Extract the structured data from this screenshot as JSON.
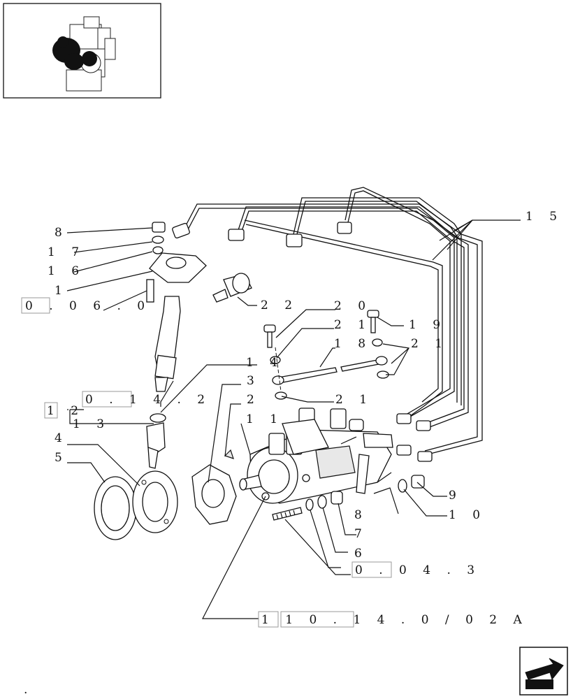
{
  "labels": {
    "l8a": "8",
    "l17": "1 7",
    "l16": "1 6",
    "l1": "1",
    "ref0060": "0 . 0 6 . 0",
    "l22": "2 2",
    "l20": "2 0",
    "l21a": "2 1",
    "l19": "1 9",
    "l18": "1 8",
    "l21b": "2 1",
    "l14": "1 4",
    "ref014": "0 . 1 4 . 2",
    "l12": "1 2",
    "l13": "1 3",
    "l21c": "2 1",
    "l3": "3",
    "l2": "2",
    "l11": "1 1",
    "l4": "4",
    "l5": "5",
    "l15": "1 5",
    "l9": "9",
    "l10": "1 0",
    "l8b": "8",
    "l7": "7",
    "l6": "6",
    "ref0043": "0 . 0 4 . 3",
    "ref11014": "1 1 0 . 1 4 . 0 / 0 2 A",
    "dot": "."
  },
  "icons": {
    "thumbnail": "engine-thumbnail-icon",
    "next": "next-page-arrow-icon"
  }
}
